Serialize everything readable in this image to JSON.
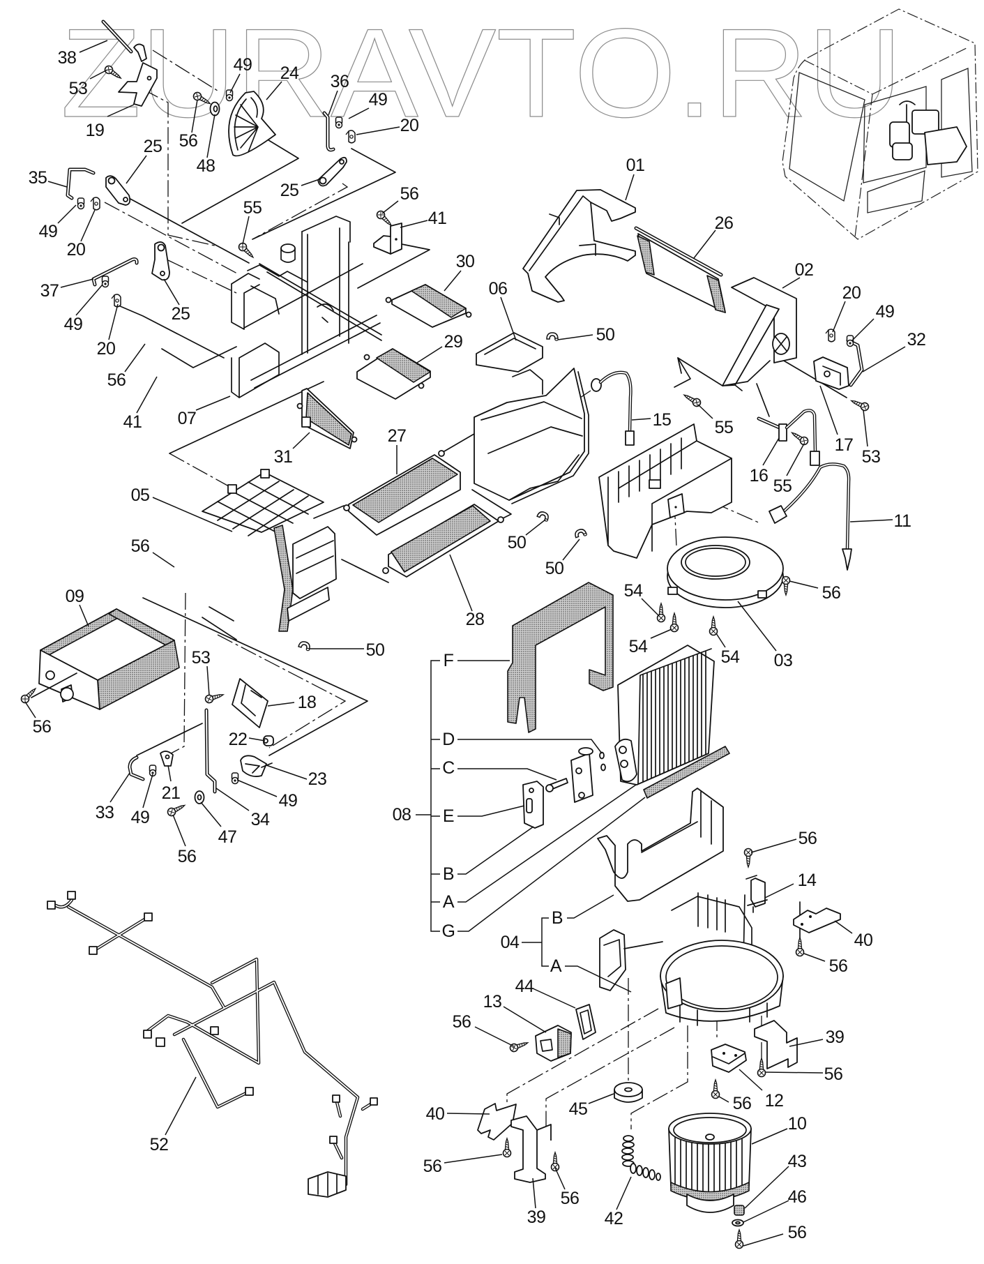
{
  "watermark": "ZURAVTO.RU",
  "callouts": [
    "38",
    "53",
    "19",
    "49",
    "24",
    "56",
    "48",
    "36",
    "49",
    "20",
    "25",
    "35",
    "25",
    "49",
    "20",
    "56",
    "55",
    "41",
    "37",
    "30",
    "49",
    "25",
    "20",
    "56",
    "29",
    "41",
    "07",
    "31",
    "27",
    "05",
    "56",
    "09",
    "50",
    "28",
    "53",
    "18",
    "56",
    "22",
    "23",
    "21",
    "49",
    "33",
    "49",
    "34",
    "47",
    "56",
    "01",
    "26",
    "02",
    "20",
    "49",
    "32",
    "06",
    "50",
    "15",
    "55",
    "17",
    "53",
    "16",
    "55",
    "11",
    "50",
    "50",
    "54",
    "54",
    "54",
    "03",
    "56",
    "56",
    "14",
    "40",
    "56",
    "39",
    "56",
    "12",
    "44",
    "13",
    "56",
    "45",
    "40",
    "56",
    "10",
    "56",
    "39",
    "56",
    "42",
    "43",
    "46",
    "56",
    "52"
  ],
  "assembly_08": {
    "number": "08",
    "items": [
      "F",
      "D",
      "C",
      "E",
      "B",
      "A",
      "G"
    ]
  },
  "assembly_04": {
    "number": "04",
    "items": [
      "B",
      "A"
    ]
  }
}
